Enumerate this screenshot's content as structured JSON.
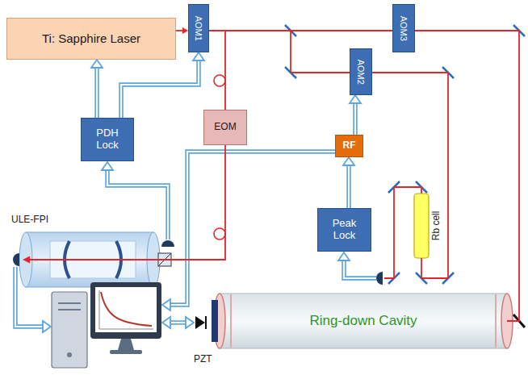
{
  "diagram": {
    "nodes": [
      {
        "text": [
          "Ti: Sapphire Laser"
        ]
      },
      {
        "text": [
          "AOM1"
        ]
      },
      {
        "text": [
          "AOM3"
        ]
      },
      {
        "text": [
          "AOM2"
        ]
      },
      {
        "text": [
          "PDH Lock"
        ]
      },
      {
        "text": [
          "EOM"
        ]
      },
      {
        "text": [
          "RF"
        ]
      },
      {
        "text": [
          "Peak Lock"
        ]
      },
      {
        "text": [
          "Rb cell"
        ]
      },
      {
        "text": [
          "ULE-FPI"
        ]
      },
      {
        "text": [
          "Ring-down Cavity"
        ]
      }
    ],
    "edges": [
      {
        "from": 0,
        "to": 1,
        "arrow": "to"
      },
      {
        "from": 1,
        "to": 2,
        "arrow": "none"
      },
      {
        "from": 1,
        "to": 5,
        "arrow": "none"
      },
      {
        "from": 5,
        "to": 9,
        "arrow": "none"
      },
      {
        "from": 1,
        "to": 3,
        "arrow": "none"
      },
      {
        "from": 3,
        "to": 8,
        "arrow": "none"
      },
      {
        "from": 2,
        "to": 10,
        "arrow": "none"
      },
      {
        "from": 4,
        "to": 0,
        "arrow": "to"
      },
      {
        "from": 4,
        "to": 1,
        "arrow": "to"
      },
      {
        "from": 7,
        "to": 6,
        "arrow": "to"
      },
      {
        "from": 6,
        "to": 3,
        "arrow": "to"
      }
    ],
    "labels": [
      "PZT"
    ]
  }
}
